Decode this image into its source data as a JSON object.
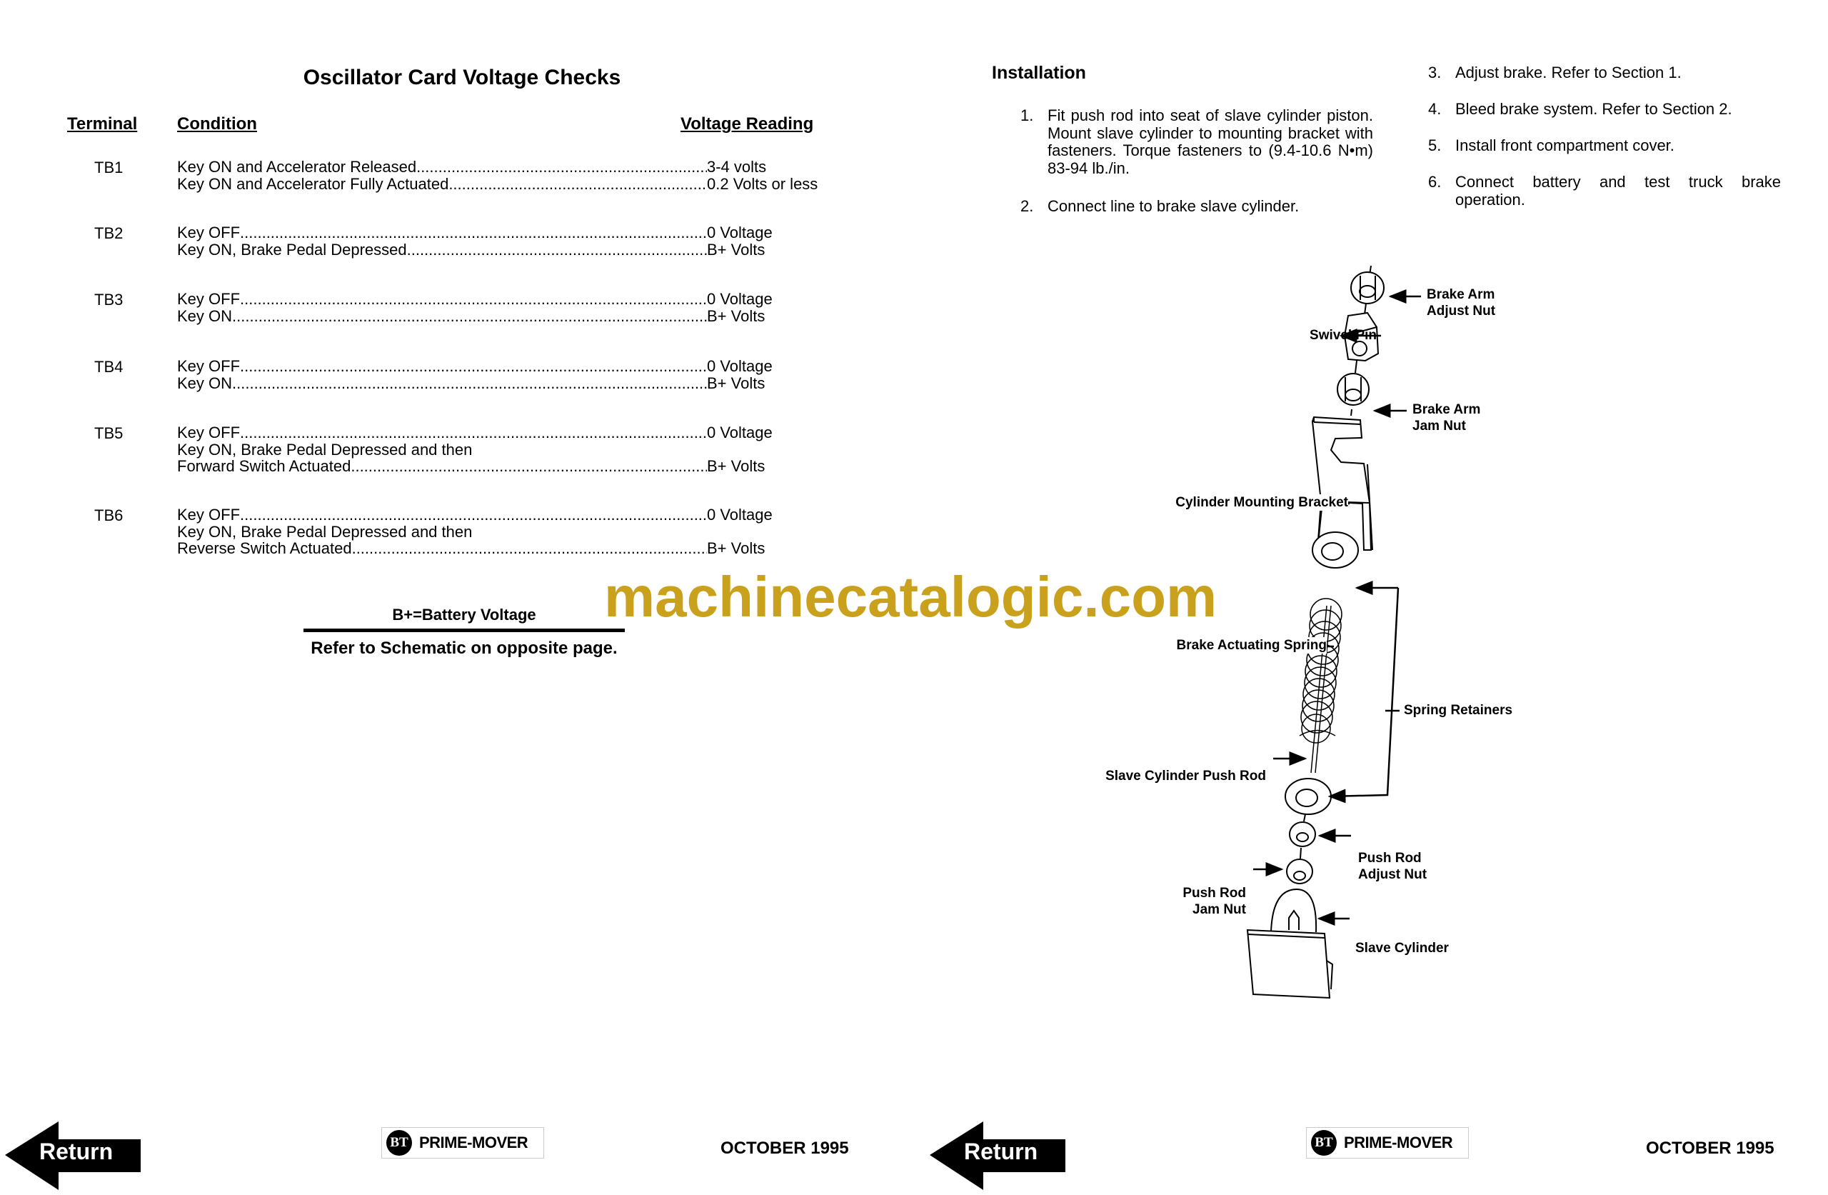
{
  "left_page": {
    "title": "Oscillator Card Voltage Checks",
    "headers": {
      "terminal": "Terminal",
      "condition": "Condition",
      "voltage": "Voltage Reading"
    },
    "rows": [
      {
        "terminal": "TB1",
        "lines": [
          {
            "condition": "Key ON and Accelerator Released ",
            "value": "3-4 volts"
          },
          {
            "condition": "Key ON and Accelerator Fully Actuated",
            "value": "0.2 Volts or less"
          }
        ]
      },
      {
        "terminal": "TB2",
        "lines": [
          {
            "condition": "Key OFF",
            "value": "0 Voltage"
          },
          {
            "condition": "Key ON, Brake Pedal Depressed",
            "value": "B+ Volts"
          }
        ]
      },
      {
        "terminal": "TB3",
        "lines": [
          {
            "condition": "Key OFF",
            "value": "0 Voltage"
          },
          {
            "condition": "Key ON",
            "value": "B+ Volts"
          }
        ]
      },
      {
        "terminal": "TB4",
        "lines": [
          {
            "condition": "Key OFF",
            "value": "0 Voltage"
          },
          {
            "condition": "Key ON",
            "value": "B+ Volts"
          }
        ]
      },
      {
        "terminal": "TB5",
        "lines": [
          {
            "condition": "Key OFF",
            "value": "0 Voltage"
          },
          {
            "condition": "Key ON, Brake Pedal Depressed and then",
            "value": ""
          },
          {
            "condition": "Forward Switch Actuated ",
            "value": "B+ Volts"
          }
        ]
      },
      {
        "terminal": "TB6",
        "lines": [
          {
            "condition": "Key OFF",
            "value": "0 Voltage"
          },
          {
            "condition": "Key ON, Brake Pedal Depressed and then",
            "value": ""
          },
          {
            "condition": "Reverse Switch Actuated ",
            "value": "B+ Volts"
          }
        ]
      }
    ],
    "battery_note": "B+=Battery Voltage",
    "schematic_note": "Refer to Schematic on opposite page."
  },
  "watermark": "machinecatalogic.com",
  "right_page": {
    "heading": "Installation",
    "steps": [
      {
        "num": "1.",
        "text": "Fit push rod into seat of slave cylinder piston. Mount slave cylinder to mounting bracket with fasteners. Torque fasteners to (9.4-10.6 N•m) 83-94 lb./in."
      },
      {
        "num": "2.",
        "text": "Connect line to brake slave cylinder."
      },
      {
        "num": "3.",
        "text": "Adjust brake. Refer to Section 1."
      },
      {
        "num": "4.",
        "text": "Bleed brake system. Refer to Section 2."
      },
      {
        "num": "5.",
        "text": "Install front compartment cover."
      },
      {
        "num": "6.",
        "text": "Connect battery and test truck brake operation."
      }
    ],
    "diagram_labels": {
      "brake_arm_adjust_nut": [
        "Brake Arm",
        "Adjust Nut"
      ],
      "swivel_pin": "Swivel Pin",
      "brake_arm_jam_nut": [
        "Brake Arm",
        "Jam Nut"
      ],
      "cylinder_mounting_bracket": "Cylinder Mounting Bracket",
      "brake_actuating_spring": "Brake Actuating Spring",
      "spring_retainers": "Spring Retainers",
      "slave_cylinder_push_rod": "Slave Cylinder Push Rod",
      "push_rod_adjust_nut": [
        "Push Rod",
        "Adjust Nut"
      ],
      "push_rod_jam_nut": [
        "Push Rod",
        "Jam Nut"
      ],
      "slave_cylinder": "Slave Cylinder"
    }
  },
  "footer": {
    "return_label": "Return",
    "logo_mark": "BT",
    "logo_name": "PRIME-MOVER",
    "date": "OCTOBER 1995"
  },
  "colors": {
    "watermark": "#c9a11d",
    "text": "#000000"
  }
}
